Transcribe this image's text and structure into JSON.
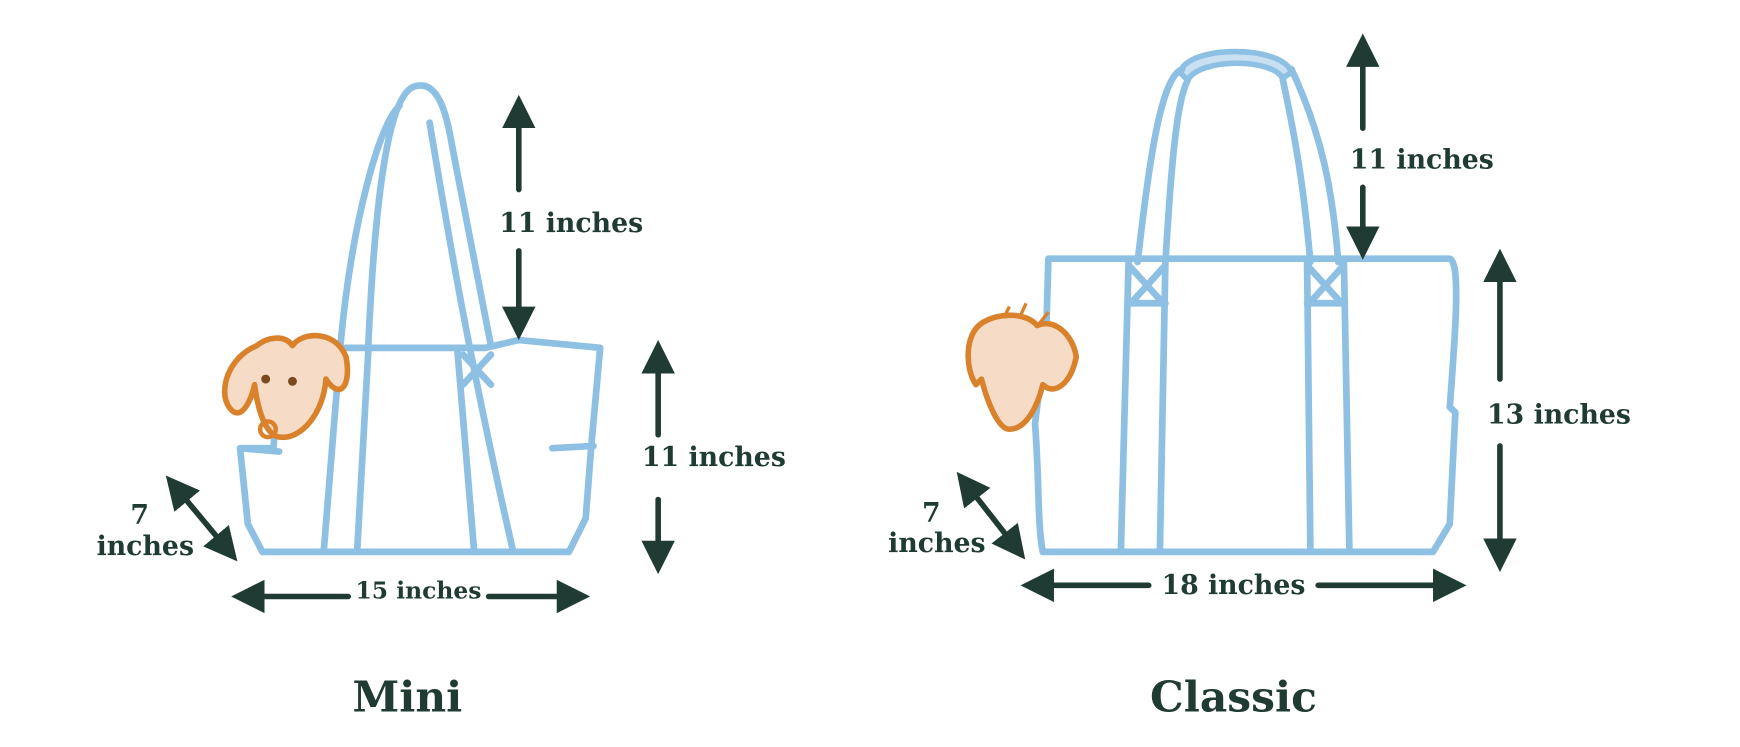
{
  "colors": {
    "bag_outline": "#8dc0e3",
    "text": "#1f3b33",
    "dog": "#d9822b"
  },
  "mini": {
    "title": "Mini",
    "handle_drop": "11 inches",
    "height": "11 inches",
    "depth_number": "7",
    "depth_unit": "inches",
    "width": "15 inches"
  },
  "classic": {
    "title": "Classic",
    "handle_drop": "11 inches",
    "height": "13 inches",
    "depth_number": "7",
    "depth_unit": "inches",
    "width": "18 inches"
  }
}
